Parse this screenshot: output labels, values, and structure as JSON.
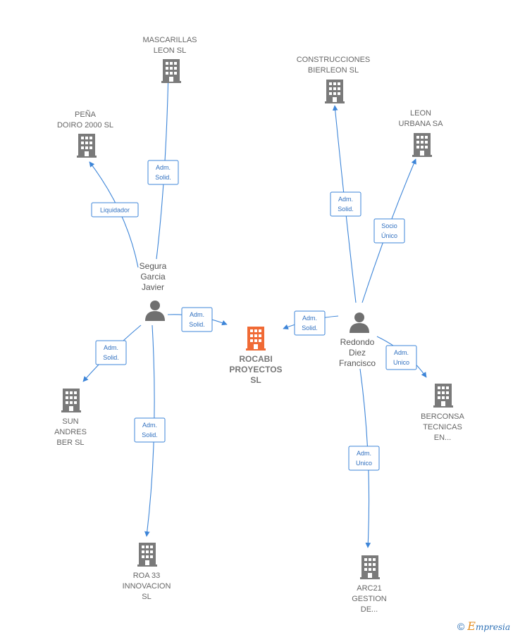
{
  "colors": {
    "edge": "#3d85d8",
    "company": "#7a7a7a",
    "company_focus": "#f06a35",
    "person": "#707070"
  },
  "nodes": {
    "focus": {
      "lines": [
        "ROCABI",
        "PROYECTOS",
        "SL"
      ],
      "icon": "building-icon"
    },
    "mascarillas": {
      "lines": [
        "MASCARILLAS",
        "LEON  SL"
      ],
      "icon": "building-icon"
    },
    "pena": {
      "lines": [
        "PEÑA",
        "DOIRO 2000 SL"
      ],
      "icon": "building-icon"
    },
    "construcciones": {
      "lines": [
        "CONSTRUCCIONES",
        "BIERLEON SL"
      ],
      "icon": "building-icon"
    },
    "leon_urbana": {
      "lines": [
        "LEON",
        "URBANA SA"
      ],
      "icon": "building-icon"
    },
    "sun_andres": {
      "lines": [
        "SUN",
        "ANDRES",
        "BER SL"
      ],
      "icon": "building-icon"
    },
    "roa33": {
      "lines": [
        "ROA 33",
        "INNOVACION",
        "SL"
      ],
      "icon": "building-icon"
    },
    "berconsa": {
      "lines": [
        "BERCONSA",
        "TECNICAS",
        "EN..."
      ],
      "icon": "building-icon"
    },
    "arc21": {
      "lines": [
        "ARC21",
        "GESTION",
        "DE..."
      ],
      "icon": "building-icon"
    },
    "segura": {
      "lines": [
        "Segura",
        "Garcia",
        "Javier"
      ],
      "icon": "person-icon"
    },
    "redondo": {
      "lines": [
        "Redondo",
        "Diez",
        "Francisco"
      ],
      "icon": "person-icon"
    }
  },
  "edges": {
    "segura_mascarillas": [
      "Adm.",
      "Solid."
    ],
    "segura_pena": [
      "Liquidador"
    ],
    "segura_focus": [
      "Adm.",
      "Solid."
    ],
    "segura_sun": [
      "Adm.",
      "Solid."
    ],
    "segura_roa": [
      "Adm.",
      "Solid."
    ],
    "redondo_construcciones": [
      "Adm.",
      "Solid."
    ],
    "redondo_leon": [
      "Socio",
      "Único"
    ],
    "redondo_focus": [
      "Adm.",
      "Solid."
    ],
    "redondo_berconsa": [
      "Adm.",
      "Unico"
    ],
    "redondo_arc21": [
      "Adm.",
      "Unico"
    ]
  },
  "footer": {
    "copyright": "©",
    "brand_initial": "E",
    "brand_rest": "mpresia"
  }
}
